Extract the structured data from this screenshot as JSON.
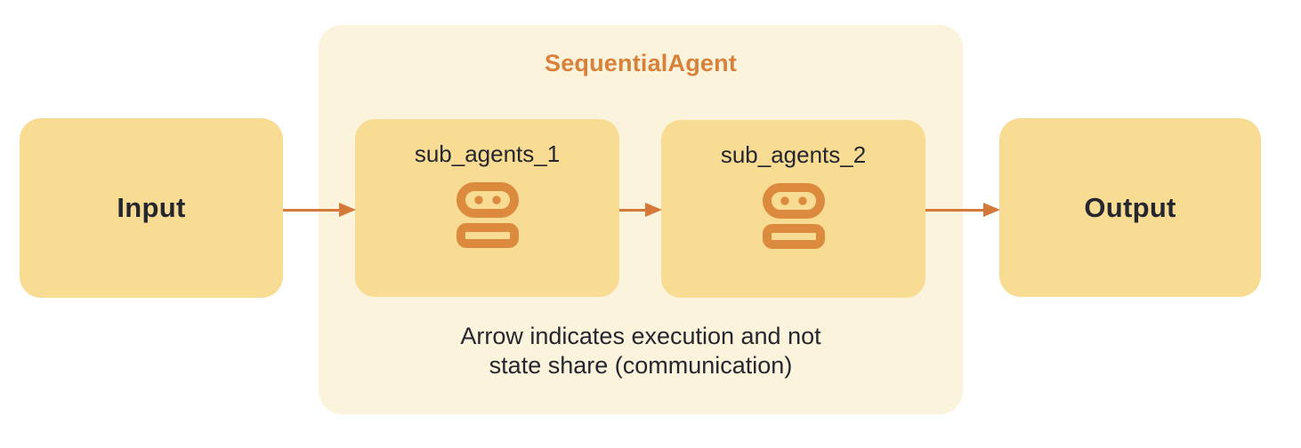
{
  "diagram": {
    "input_label": "Input",
    "output_label": "Output",
    "container_title": "SequentialAgent",
    "sub_agents": [
      {
        "label": "sub_agents_1",
        "icon": "robot-icon"
      },
      {
        "label": "sub_agents_2",
        "icon": "robot-icon"
      }
    ],
    "caption_lines": [
      "Arrow indicates execution and not",
      "state share (communication)"
    ]
  },
  "colors": {
    "box-yellow": "#F8DC94",
    "container-cream": "#FBF3DC",
    "accent-orange": "#D5793B",
    "icon-orange": "#DC8A3E",
    "title-orange": "#D9813A",
    "text-dark": "#26262E"
  }
}
